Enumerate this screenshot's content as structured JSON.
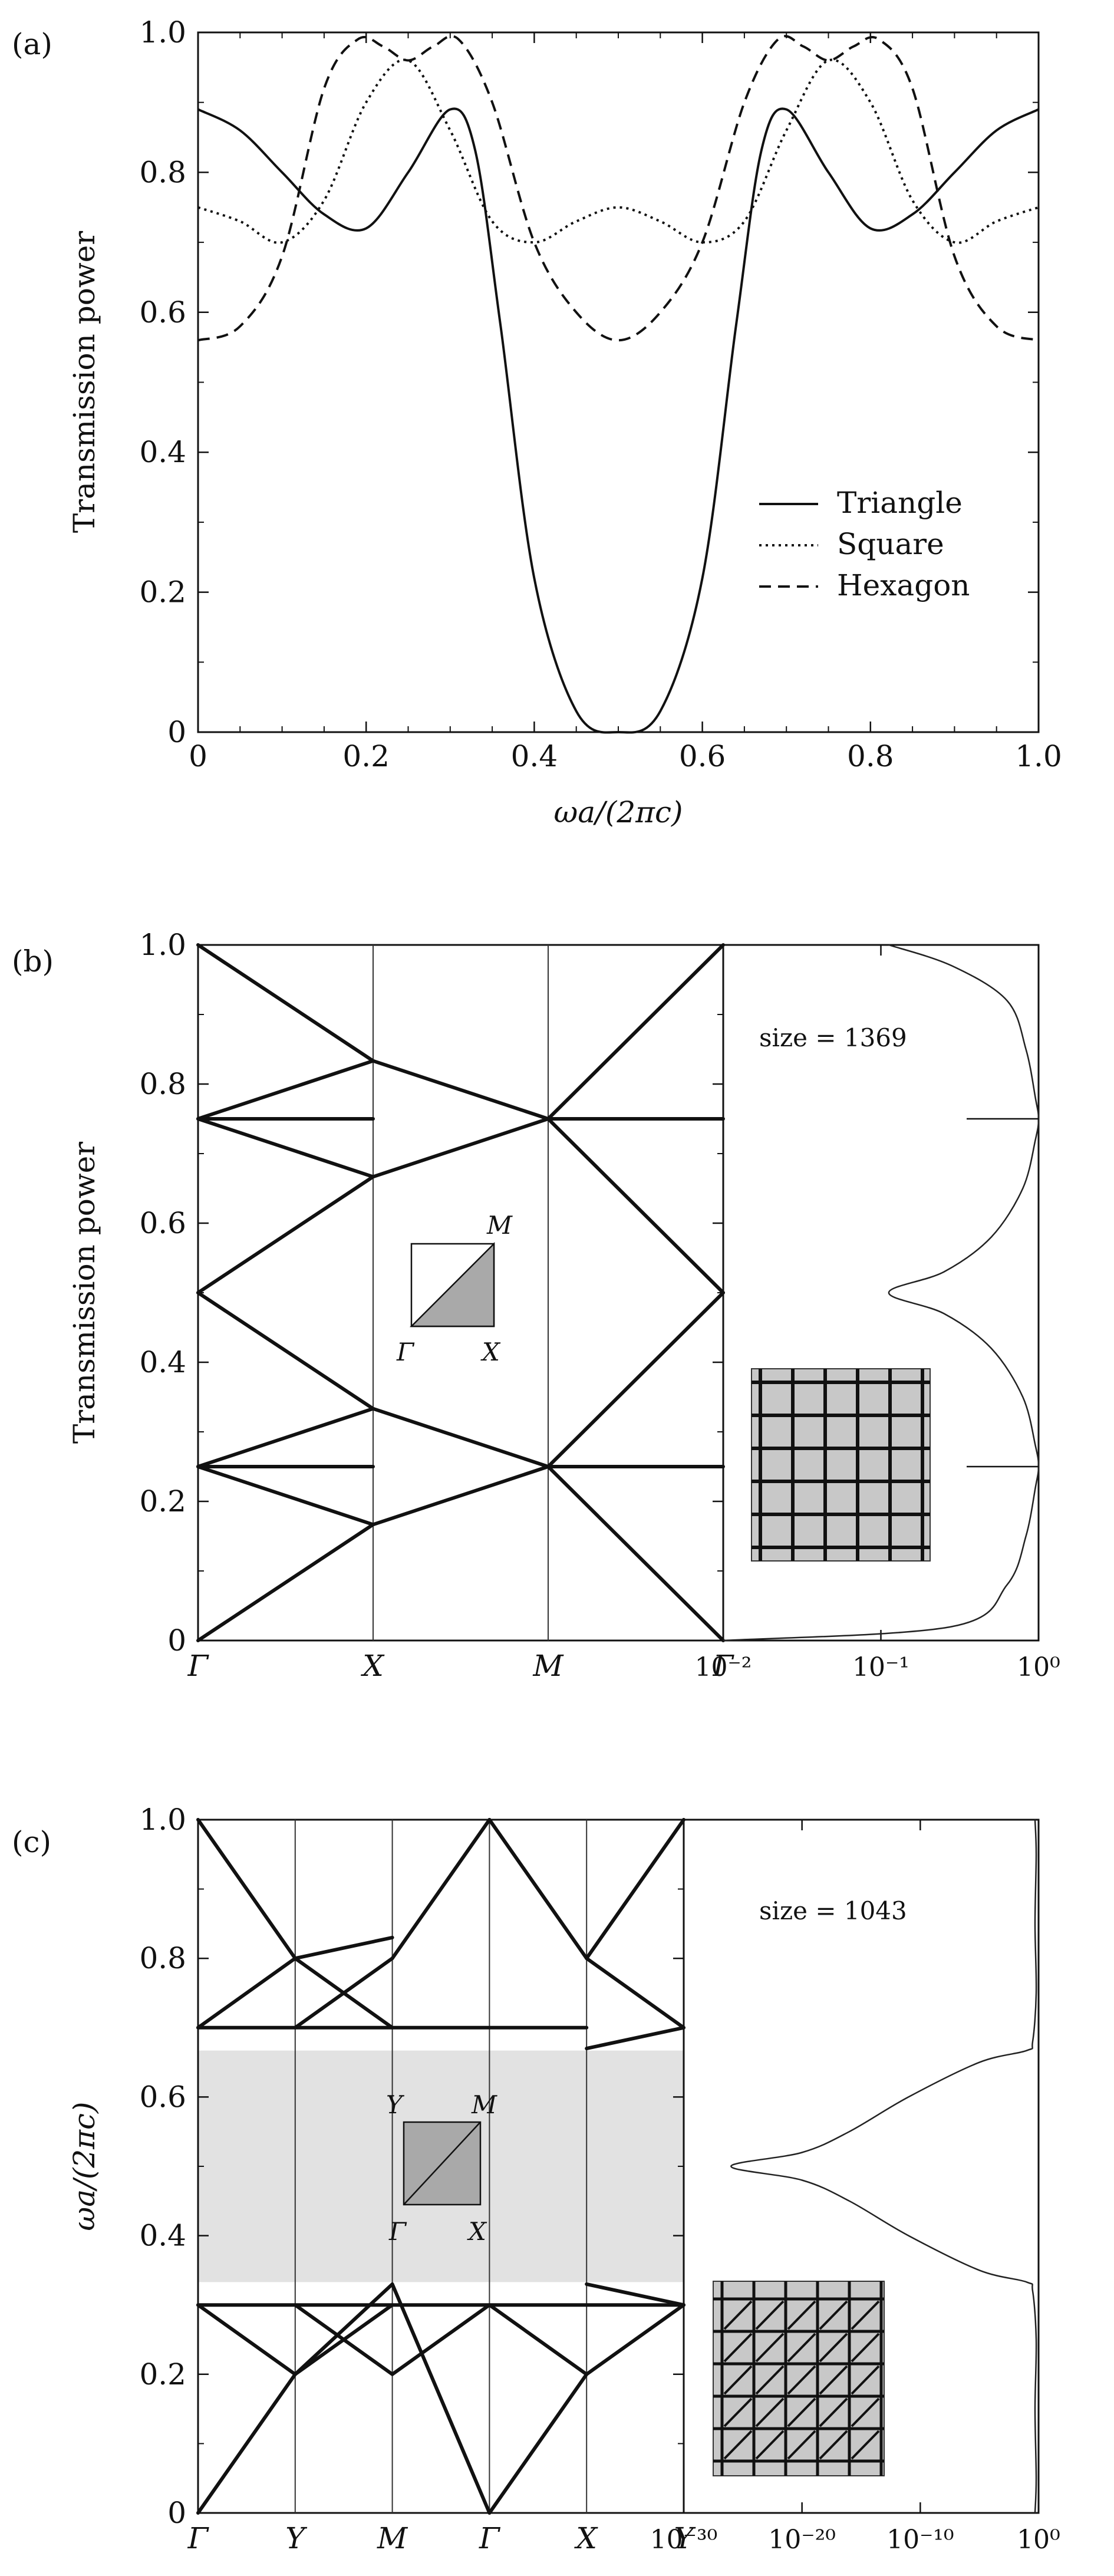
{
  "chart_data": [
    {
      "panel": "(a)",
      "type": "line",
      "xlabel": "ωa/(2πc)",
      "ylabel": "Transmission power",
      "xlim": [
        0,
        1.0
      ],
      "ylim": [
        0,
        1.0
      ],
      "xticks": [
        "0",
        "0.2",
        "0.4",
        "0.6",
        "0.8",
        "1.0"
      ],
      "yticks": [
        "0",
        "0.2",
        "0.4",
        "0.6",
        "0.8",
        "1.0"
      ],
      "legend_position": "lower-right",
      "series": [
        {
          "name": "Triangle",
          "style": "solid",
          "x": [
            0,
            0.05,
            0.1,
            0.15,
            0.2,
            0.25,
            0.3,
            0.33,
            0.36,
            0.4,
            0.45,
            0.5,
            0.55,
            0.6,
            0.64,
            0.67,
            0.7,
            0.75,
            0.8,
            0.85,
            0.9,
            0.95,
            1.0
          ],
          "y": [
            0.89,
            0.86,
            0.8,
            0.74,
            0.72,
            0.8,
            0.89,
            0.83,
            0.58,
            0.22,
            0.03,
            0.0,
            0.03,
            0.22,
            0.58,
            0.83,
            0.89,
            0.8,
            0.72,
            0.74,
            0.8,
            0.86,
            0.89
          ]
        },
        {
          "name": "Square",
          "style": "dotted",
          "x": [
            0,
            0.05,
            0.1,
            0.15,
            0.2,
            0.25,
            0.3,
            0.35,
            0.4,
            0.45,
            0.5,
            0.55,
            0.6,
            0.65,
            0.7,
            0.75,
            0.8,
            0.85,
            0.9,
            0.95,
            1.0
          ],
          "y": [
            0.75,
            0.73,
            0.7,
            0.76,
            0.9,
            0.96,
            0.86,
            0.73,
            0.7,
            0.73,
            0.75,
            0.73,
            0.7,
            0.73,
            0.86,
            0.96,
            0.9,
            0.76,
            0.7,
            0.73,
            0.75
          ]
        },
        {
          "name": "Hexagon",
          "style": "dashed",
          "x": [
            0,
            0.05,
            0.1,
            0.15,
            0.19,
            0.22,
            0.25,
            0.28,
            0.31,
            0.35,
            0.4,
            0.45,
            0.5,
            0.55,
            0.6,
            0.65,
            0.69,
            0.72,
            0.75,
            0.78,
            0.81,
            0.85,
            0.9,
            0.95,
            1.0
          ],
          "y": [
            0.56,
            0.58,
            0.68,
            0.92,
            0.99,
            0.98,
            0.96,
            0.98,
            0.99,
            0.9,
            0.7,
            0.6,
            0.56,
            0.6,
            0.7,
            0.9,
            0.99,
            0.98,
            0.96,
            0.98,
            0.99,
            0.92,
            0.68,
            0.58,
            0.56
          ]
        }
      ]
    },
    {
      "panel": "(b)",
      "type": "line",
      "ylabel": "Transmission power",
      "ylim": [
        0,
        1.0
      ],
      "yticks": [
        "0",
        "0.2",
        "0.4",
        "0.6",
        "0.8",
        "1.0"
      ],
      "kpath_labels": [
        "Γ",
        "X",
        "M",
        "Γ"
      ],
      "inset_bz_labels": [
        "M",
        "Γ",
        "X"
      ],
      "bands": [
        {
          "x": [
            0,
            1
          ],
          "y": [
            0.0,
            0.1667
          ]
        },
        {
          "x": [
            0,
            1
          ],
          "y": [
            0.25,
            0.1667
          ]
        },
        {
          "x": [
            0,
            1
          ],
          "y": [
            0.25,
            0.3333
          ]
        },
        {
          "x": [
            0,
            1
          ],
          "y": [
            0.5,
            0.3333
          ]
        },
        {
          "x": [
            0,
            1
          ],
          "y": [
            0.5,
            0.6667
          ]
        },
        {
          "x": [
            0,
            1
          ],
          "y": [
            0.75,
            0.6667
          ]
        },
        {
          "x": [
            0,
            1
          ],
          "y": [
            0.75,
            0.8333
          ]
        },
        {
          "x": [
            0,
            1
          ],
          "y": [
            1.0,
            0.8333
          ]
        },
        {
          "x": [
            0,
            1
          ],
          "y": [
            0.25,
            0.25
          ]
        },
        {
          "x": [
            0,
            1
          ],
          "y": [
            0.75,
            0.75
          ]
        },
        {
          "x": [
            1,
            2
          ],
          "y": [
            0.1667,
            0.25
          ]
        },
        {
          "x": [
            1,
            2
          ],
          "y": [
            0.3333,
            0.25
          ]
        },
        {
          "x": [
            1,
            2
          ],
          "y": [
            0.6667,
            0.75
          ]
        },
        {
          "x": [
            1,
            2
          ],
          "y": [
            0.8333,
            0.75
          ]
        },
        {
          "x": [
            2,
            3
          ],
          "y": [
            0.25,
            0.0
          ]
        },
        {
          "x": [
            2,
            3
          ],
          "y": [
            0.25,
            0.5
          ]
        },
        {
          "x": [
            2,
            3
          ],
          "y": [
            0.75,
            0.5
          ]
        },
        {
          "x": [
            2,
            3
          ],
          "y": [
            0.75,
            1.0
          ]
        },
        {
          "x": [
            2,
            3
          ],
          "y": [
            0.25,
            0.25
          ]
        },
        {
          "x": [
            2,
            3
          ],
          "y": [
            0.75,
            0.75
          ]
        }
      ],
      "transmission": {
        "xscale": "log",
        "xticks": [
          "10⁻²",
          "10⁻¹",
          "10⁰"
        ],
        "annotation": "size = 1369",
        "freq": [
          0,
          0.02,
          0.08,
          0.15,
          0.22,
          0.25,
          0.28,
          0.35,
          0.42,
          0.47,
          0.5,
          0.53,
          0.58,
          0.65,
          0.72,
          0.75,
          0.78,
          0.85,
          0.92,
          0.97,
          1.0
        ],
        "tlog": [
          -2.0,
          -0.55,
          -0.2,
          -0.08,
          -0.02,
          0.0,
          -0.02,
          -0.1,
          -0.3,
          -0.6,
          -0.95,
          -0.6,
          -0.3,
          -0.1,
          -0.02,
          0.0,
          -0.02,
          -0.08,
          -0.2,
          -0.55,
          -0.95
        ]
      }
    },
    {
      "panel": "(c)",
      "type": "line",
      "ylabel": "ωa/(2πc)",
      "ylim": [
        0,
        1.0
      ],
      "yticks": [
        "0",
        "0.2",
        "0.4",
        "0.6",
        "0.8",
        "1.0"
      ],
      "kpath_labels": [
        "Γ",
        "Y",
        "M",
        "Γ",
        "X",
        "Y"
      ],
      "inset_bz_labels": [
        "Y",
        "M",
        "Γ",
        "X"
      ],
      "band_gap": [
        0.333,
        0.667
      ],
      "bands": [
        {
          "x": [
            0,
            1
          ],
          "y": [
            0.0,
            0.2
          ]
        },
        {
          "x": [
            0,
            1
          ],
          "y": [
            0.3,
            0.2
          ]
        },
        {
          "x": [
            0,
            1
          ],
          "y": [
            0.3,
            0.3
          ]
        },
        {
          "x": [
            0,
            1
          ],
          "y": [
            0.7,
            0.8
          ]
        },
        {
          "x": [
            0,
            1
          ],
          "y": [
            0.7,
            0.7
          ]
        },
        {
          "x": [
            0,
            1
          ],
          "y": [
            1.0,
            0.8
          ]
        },
        {
          "x": [
            1,
            2
          ],
          "y": [
            0.2,
            0.33
          ]
        },
        {
          "x": [
            1,
            2
          ],
          "y": [
            0.3,
            0.2
          ]
        },
        {
          "x": [
            1,
            2
          ],
          "y": [
            0.2,
            0.3
          ]
        },
        {
          "x": [
            1,
            2
          ],
          "y": [
            0.3,
            0.3
          ]
        },
        {
          "x": [
            1,
            2
          ],
          "y": [
            0.7,
            0.7
          ]
        },
        {
          "x": [
            1,
            2
          ],
          "y": [
            0.8,
            0.7
          ]
        },
        {
          "x": [
            1,
            2
          ],
          "y": [
            0.7,
            0.8
          ]
        },
        {
          "x": [
            1,
            2
          ],
          "y": [
            0.8,
            0.83
          ]
        },
        {
          "x": [
            2,
            3
          ],
          "y": [
            0.33,
            0.0
          ]
        },
        {
          "x": [
            2,
            3
          ],
          "y": [
            0.2,
            0.3
          ]
        },
        {
          "x": [
            2,
            3
          ],
          "y": [
            0.3,
            0.3
          ]
        },
        {
          "x": [
            2,
            3
          ],
          "y": [
            0.7,
            0.7
          ]
        },
        {
          "x": [
            2,
            3
          ],
          "y": [
            0.8,
            1.0
          ]
        },
        {
          "x": [
            3,
            4
          ],
          "y": [
            0.0,
            0.2
          ]
        },
        {
          "x": [
            3,
            4
          ],
          "y": [
            0.3,
            0.3
          ]
        },
        {
          "x": [
            3,
            4
          ],
          "y": [
            0.3,
            0.2
          ]
        },
        {
          "x": [
            3,
            4
          ],
          "y": [
            0.7,
            0.7
          ]
        },
        {
          "x": [
            3,
            4
          ],
          "y": [
            1.0,
            0.8
          ]
        },
        {
          "x": [
            4,
            5
          ],
          "y": [
            0.2,
            0.3
          ]
        },
        {
          "x": [
            4,
            5
          ],
          "y": [
            0.33,
            0.3
          ]
        },
        {
          "x": [
            4,
            5
          ],
          "y": [
            0.3,
            0.3
          ]
        },
        {
          "x": [
            4,
            5
          ],
          "y": [
            0.67,
            0.7
          ]
        },
        {
          "x": [
            4,
            5
          ],
          "y": [
            0.8,
            0.7
          ]
        },
        {
          "x": [
            4,
            5
          ],
          "y": [
            0.8,
            1.0
          ]
        }
      ],
      "transmission": {
        "xscale": "log",
        "xticks": [
          "10⁻³⁰",
          "10⁻²⁰",
          "10⁻¹⁰",
          "10⁰"
        ],
        "annotation": "size = 1043",
        "freq": [
          0,
          0.05,
          0.15,
          0.25,
          0.32,
          0.333,
          0.35,
          0.4,
          0.45,
          0.48,
          0.5,
          0.52,
          0.55,
          0.6,
          0.65,
          0.667,
          0.68,
          0.75,
          0.85,
          0.95,
          1.0
        ],
        "tlog": [
          -0.3,
          -0.2,
          -0.3,
          -0.2,
          -0.5,
          -1.0,
          -5.0,
          -11.0,
          -16.0,
          -20.0,
          -26.0,
          -20.0,
          -16.0,
          -11.0,
          -5.0,
          -1.0,
          -0.5,
          -0.2,
          -0.3,
          -0.2,
          -0.3
        ]
      }
    }
  ]
}
